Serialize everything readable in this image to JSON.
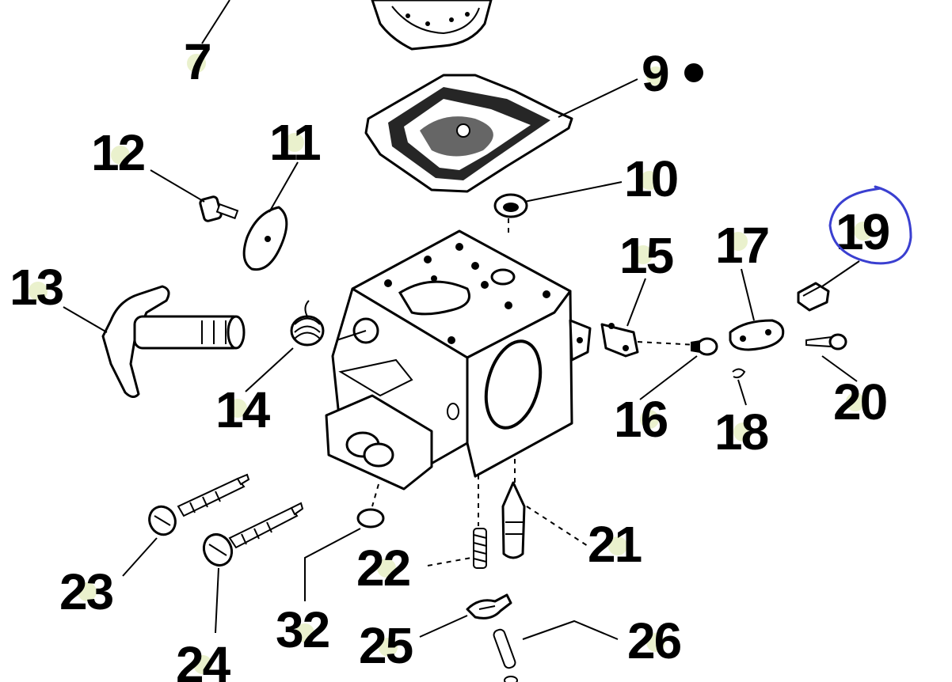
{
  "callouts": {
    "c7": "7",
    "c9": "9",
    "c10": "10",
    "c11": "11",
    "c12": "12",
    "c13": "13",
    "c14": "14",
    "c15": "15",
    "c16": "16",
    "c17": "17",
    "c18": "18",
    "c19": "19",
    "c20": "20",
    "c21": "21",
    "c22": "22",
    "c23": "23",
    "c24": "24",
    "c25": "25",
    "c26": "26",
    "c32": "32"
  },
  "highlight": {
    "circled_part": "19",
    "color": "#3a3fd0"
  },
  "colors": {
    "line": "#000000",
    "label_dot": "#e8f0c8",
    "background": "#ffffff"
  }
}
